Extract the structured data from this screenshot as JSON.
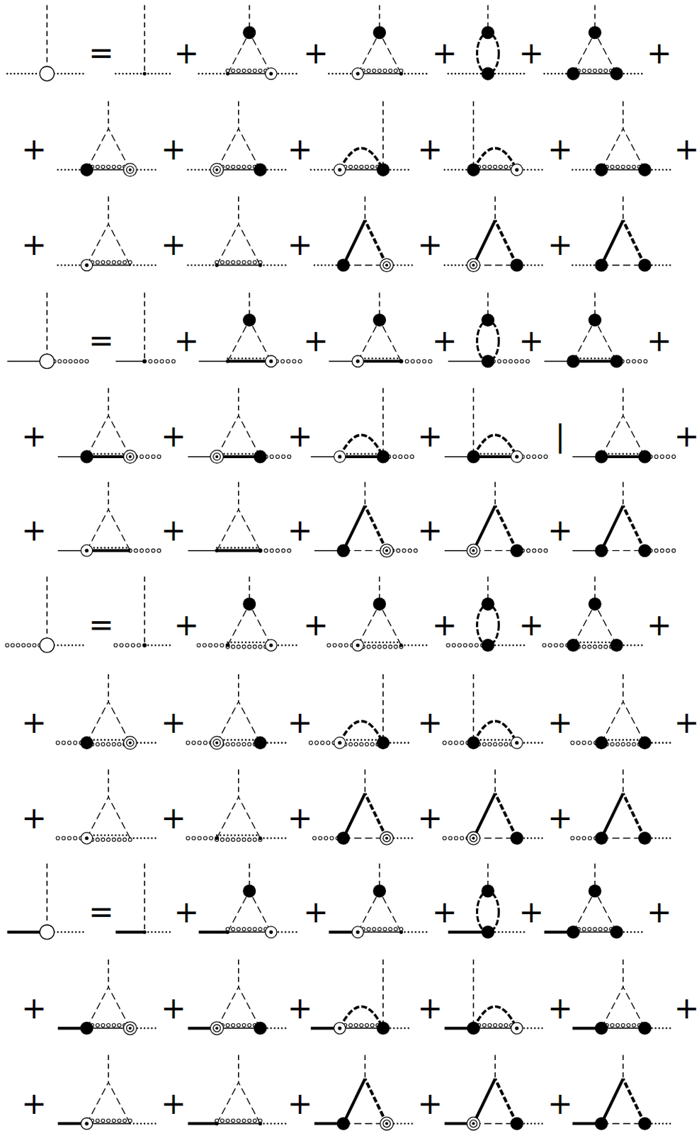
{
  "diagram": {
    "labels": [
      "=",
      "+",
      "+",
      "+",
      "+",
      "+",
      "+",
      "+",
      "+",
      "+",
      "+",
      "+",
      "+",
      "+",
      "+",
      "+",
      "+",
      "=",
      "+",
      "+",
      "+",
      "+",
      "+",
      "+",
      "+",
      "+",
      "+",
      "|",
      "+",
      "+",
      "+",
      "+",
      "+",
      "+",
      "=",
      "+",
      "+",
      "+",
      "+",
      "+",
      "+",
      "+",
      "+",
      "+",
      "+",
      "+",
      "+",
      "+",
      "+",
      "+",
      "+",
      "=",
      "+",
      "+",
      "+",
      "+",
      "+",
      "+",
      "+",
      "+",
      "+",
      "+",
      "+",
      "+",
      "+",
      "+",
      "+",
      "+"
    ]
  }
}
